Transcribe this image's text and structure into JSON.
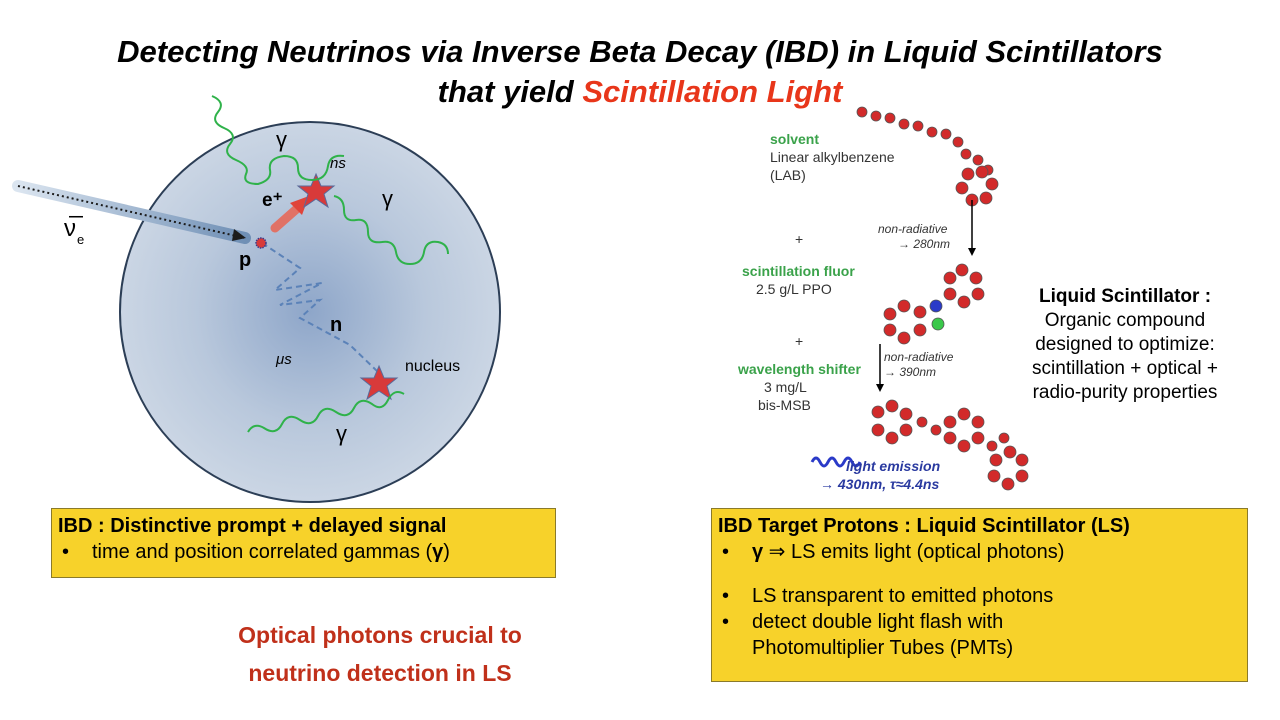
{
  "title": {
    "line1": "Detecting Neutrinos via Inverse Beta Decay (IBD) in Liquid Scintillators",
    "line2_prefix": "that yield ",
    "line2_highlight": "Scintillation Light"
  },
  "diagram": {
    "gamma": "γ",
    "positron": "e⁺",
    "proton": "p",
    "neutron": "n",
    "ns": "ns",
    "us": "μs",
    "nucleus": "nucleus",
    "antineutrino": "ν̅",
    "antineutrino_sub": "e"
  },
  "molecule": {
    "solvent_label": "solvent",
    "solvent_name_1": "Linear alkylbenzene",
    "solvent_name_2": "(LAB)",
    "plus": "+",
    "fluor_label": "scintillation fluor",
    "fluor_amount": "2.5 g/L PPO",
    "shifter_label": "wavelength shifter",
    "shifter_amount_1": "3 mg/L",
    "shifter_amount_2": "bis-MSB",
    "nr_label": "non-radiative",
    "nr1_wavelength": "→ 280nm",
    "nr2_wavelength": "→ 390nm",
    "emission_label": "light emission",
    "emission_value": "→ 430nm, τ≈4.4ns"
  },
  "ls_note": {
    "heading": "Liquid Scintillator :",
    "line1": "Organic compound",
    "line2": "designed to optimize:",
    "line3": "scintillation + optical +",
    "line4": "radio-purity properties"
  },
  "ibd_box": {
    "heading": "IBD : Distinctive prompt + delayed signal",
    "bullet": "•",
    "item1_text": "time and position correlated gammas (",
    "item1_gamma": "γ",
    "item1_close": ")"
  },
  "target_box": {
    "heading": "IBD Target Protons : Liquid Scintillator (LS)",
    "bullet": "•",
    "item1_gamma": "γ",
    "item1_text": " ⇒ LS emits light (optical photons)",
    "item2": "LS transparent to emitted photons",
    "item3": "detect double light flash with",
    "item3b": "Photomultiplier Tubes (PMTs)"
  },
  "red_note": {
    "line1": "Optical photons crucial to",
    "line2": "neutrino detection in LS"
  },
  "colors": {
    "title_highlight": "#e8361a",
    "box_fill": "#f7d22a",
    "red_note": "#c0301a",
    "gamma_wave": "#2fb24a",
    "star": "#d83a3a"
  }
}
